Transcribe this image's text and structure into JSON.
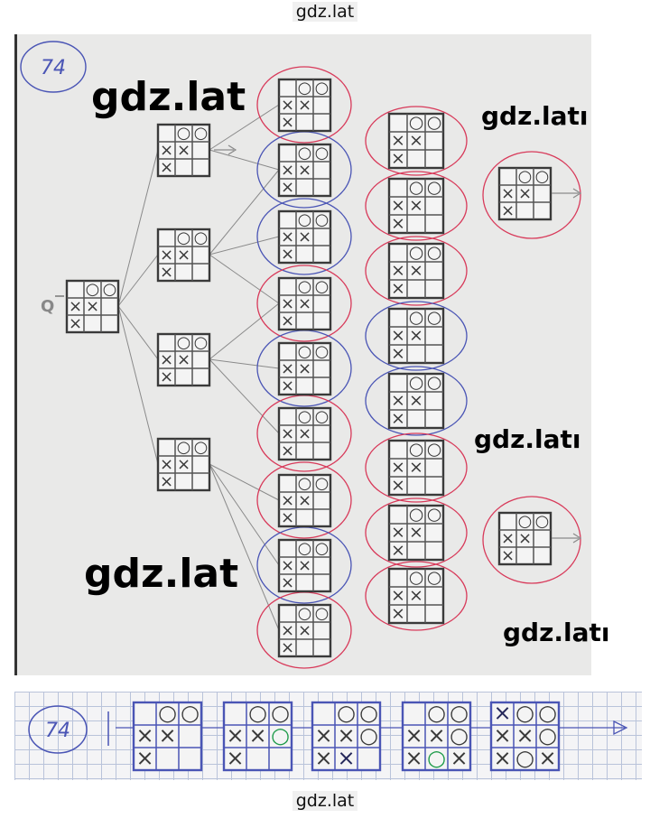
{
  "caption_top": "gdz.lat",
  "caption_bottom": "gdz.lat",
  "problem_number": "74",
  "question_mark": "Q",
  "watermarks": [
    "gdz.lat",
    "gdz.latı",
    "gdz.latı",
    "gdz.lat",
    "gdz.latı"
  ],
  "grid_top": [
    "",
    "○",
    "○"
  ],
  "grid_mid": [
    "×",
    "×",
    ""
  ],
  "grid_bot": [
    "×",
    "",
    ""
  ],
  "strip_boards": [
    [
      [
        "",
        "○",
        "○"
      ],
      [
        "×",
        "×",
        ""
      ],
      [
        "×",
        "",
        ""
      ]
    ],
    [
      [
        "",
        "○",
        "○"
      ],
      [
        "×",
        "×",
        "○"
      ],
      [
        "×",
        "",
        ""
      ]
    ],
    [
      [
        "",
        "○",
        "○"
      ],
      [
        "×",
        "×",
        "○"
      ],
      [
        "×",
        "×",
        ""
      ]
    ],
    [
      [
        "",
        "○",
        "○"
      ],
      [
        "×",
        "×",
        "○"
      ],
      [
        "×",
        "○",
        "×"
      ]
    ],
    [
      [
        "×",
        "○",
        "○"
      ],
      [
        "×",
        "×",
        "○"
      ],
      [
        "×",
        "○",
        "×"
      ]
    ]
  ],
  "colors": {
    "red_circle": "#d83a5a",
    "blue_circle": "#4a55b5",
    "highlight_green": "#1e9b4a",
    "highlight_dark": "#25285a"
  }
}
